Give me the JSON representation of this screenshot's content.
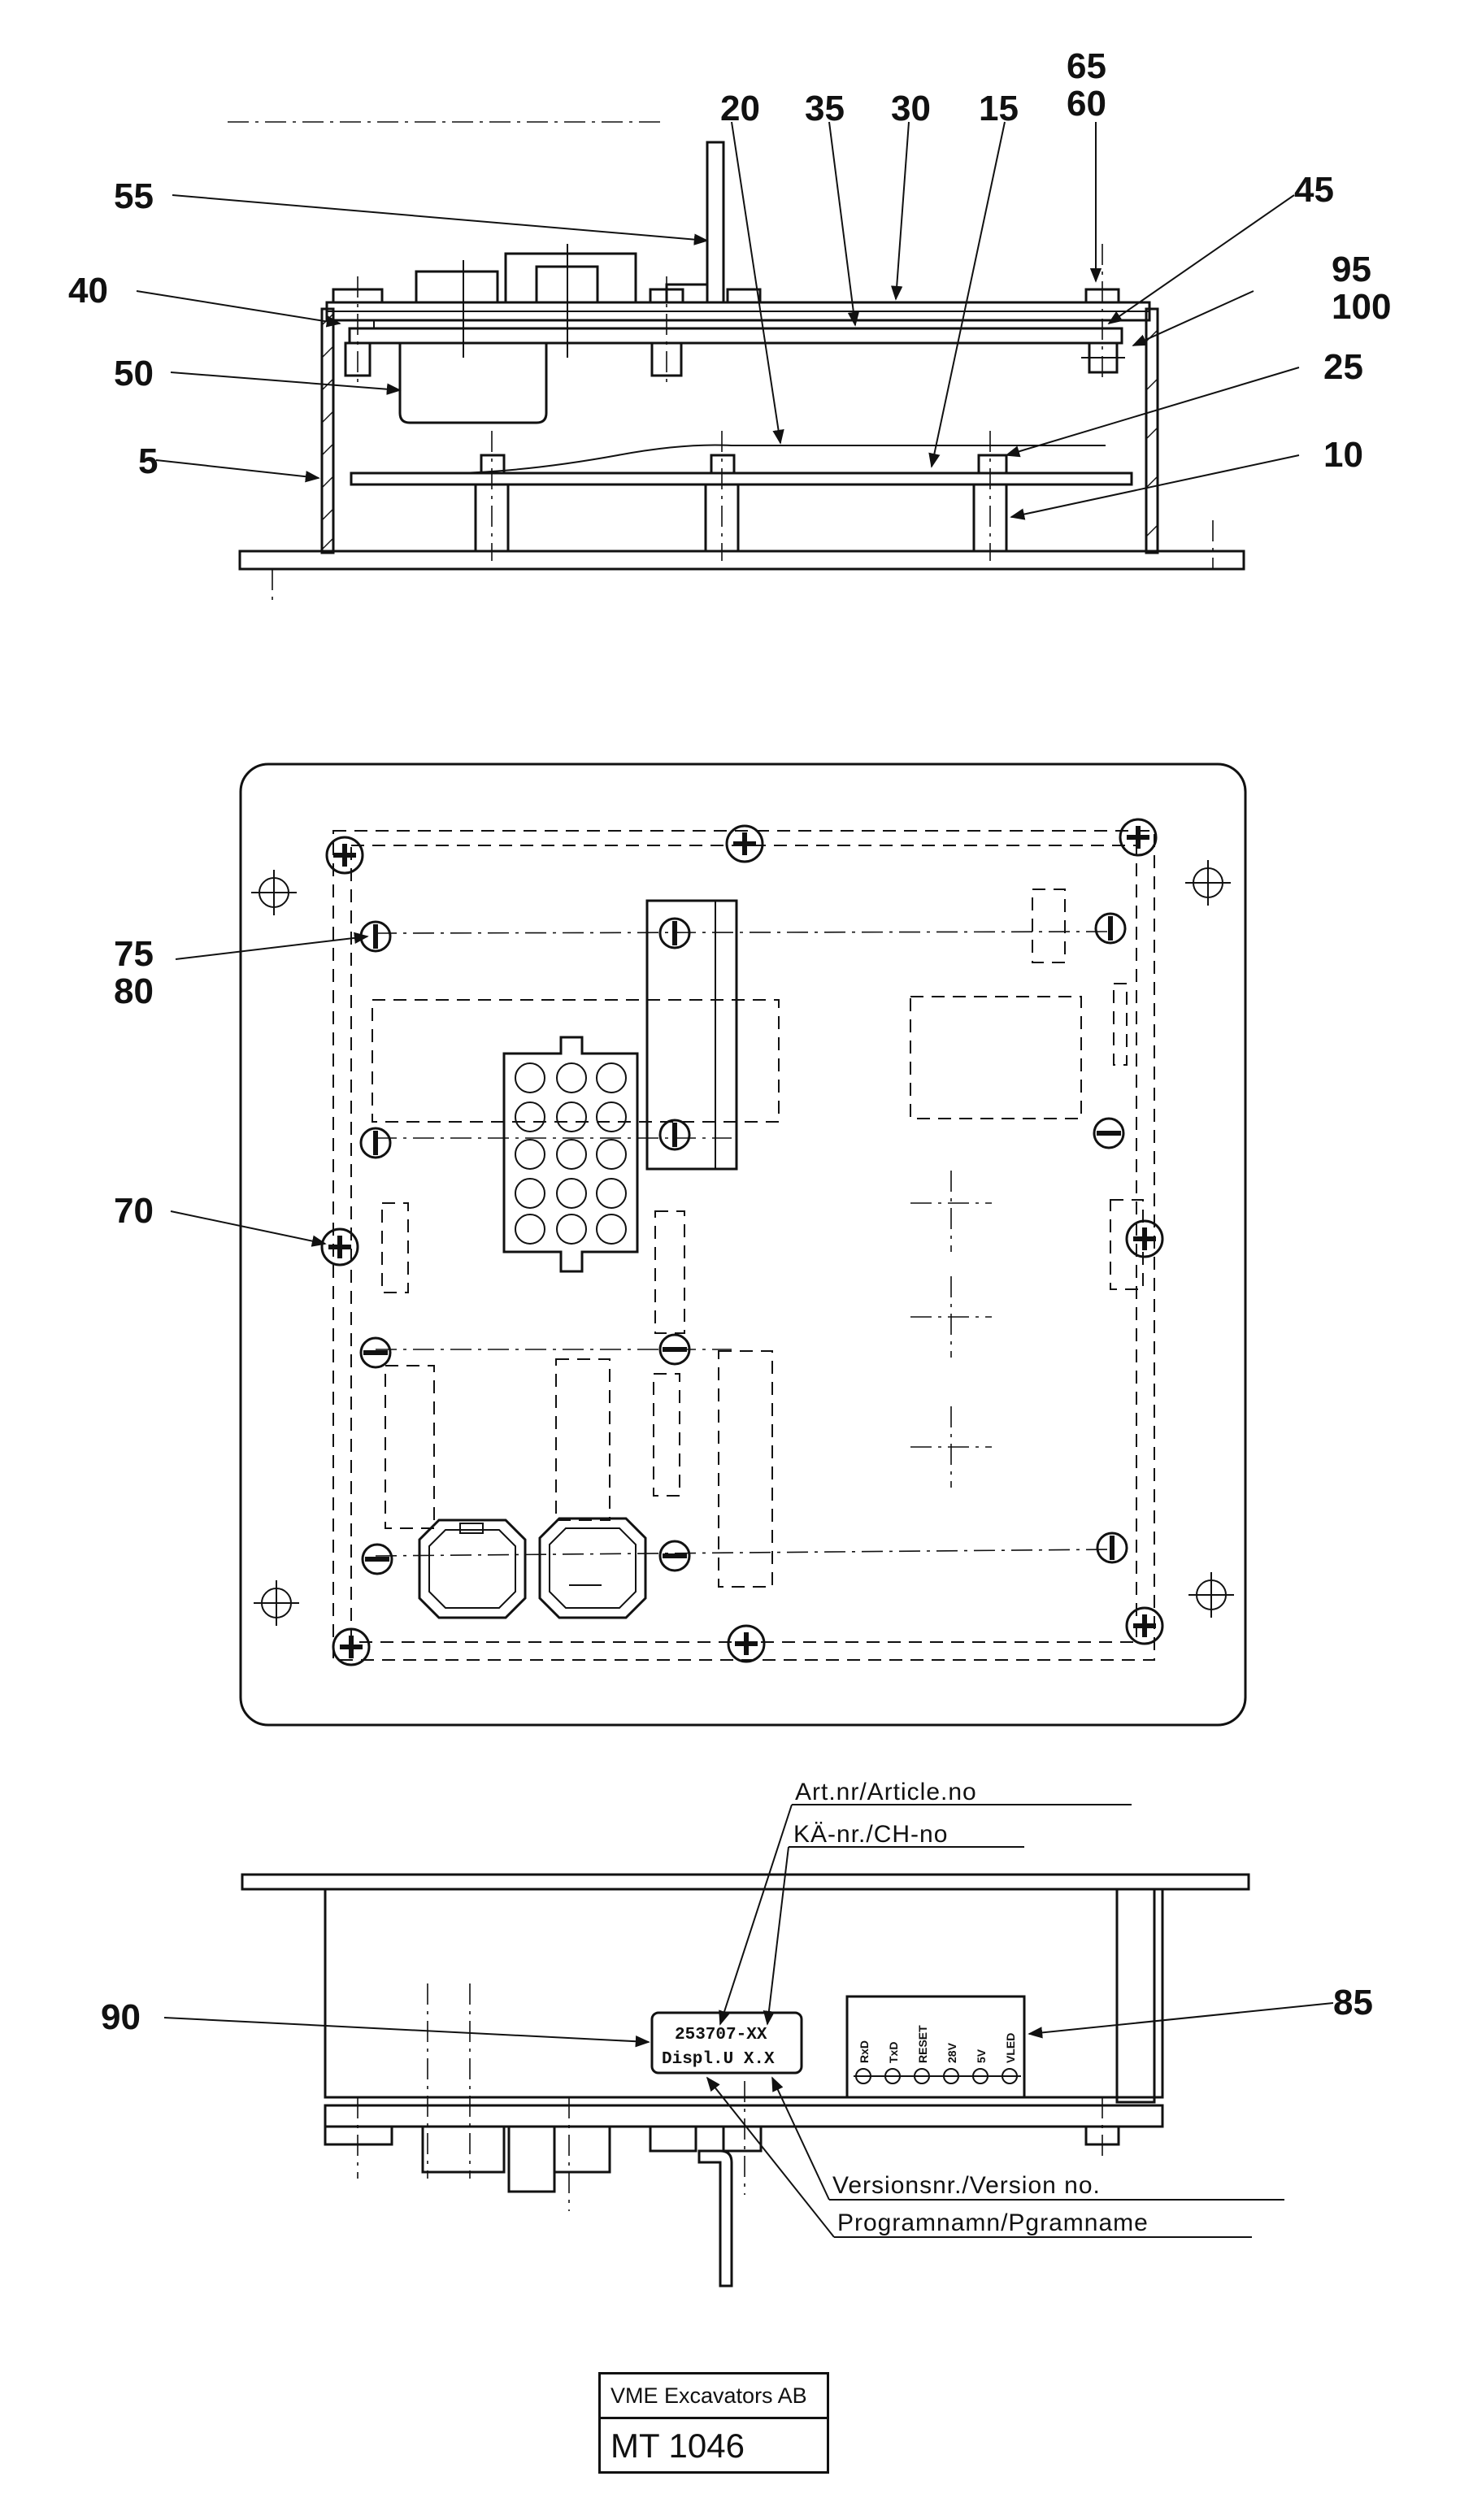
{
  "callouts": {
    "c5": "5",
    "c10": "10",
    "c15": "15",
    "c20": "20",
    "c25": "25",
    "c30": "30",
    "c35": "35",
    "c40": "40",
    "c45": "45",
    "c50": "50",
    "c55": "55",
    "c60": "60",
    "c65": "65",
    "c70": "70",
    "c75": "75",
    "c80": "80",
    "c85": "85",
    "c90": "90",
    "c95": "95",
    "c100": "100"
  },
  "notes": {
    "article_no": "Art.nr/Article.no",
    "ch_no": "KÄ-nr./CH-no",
    "version_no": "Versionsnr./Version no.",
    "program_name": "Programnamn/Pgramname"
  },
  "label_plate": {
    "line1": "253707-XX",
    "line2": "Displ.U X.X"
  },
  "pins": [
    "RxD",
    "TxD",
    "RESET",
    "28V",
    "5V",
    "VLED"
  ],
  "title_block": {
    "company": "VME Excavators AB",
    "number": "MT 1046"
  }
}
